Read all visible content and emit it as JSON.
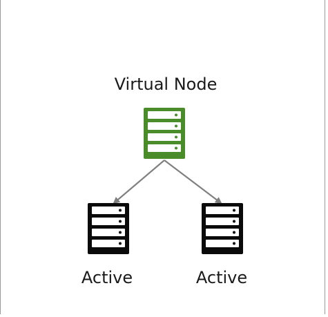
{
  "diagram": {
    "virtual_node": {
      "label": "Virtual Node",
      "color": "#4a8c2a"
    },
    "active_nodes": [
      {
        "label": "Active",
        "color": "#0a0a0a"
      },
      {
        "label": "Active",
        "color": "#0a0a0a"
      }
    ],
    "arrow_color": "#7f7f7f",
    "border_color": "#9a9a9a"
  }
}
